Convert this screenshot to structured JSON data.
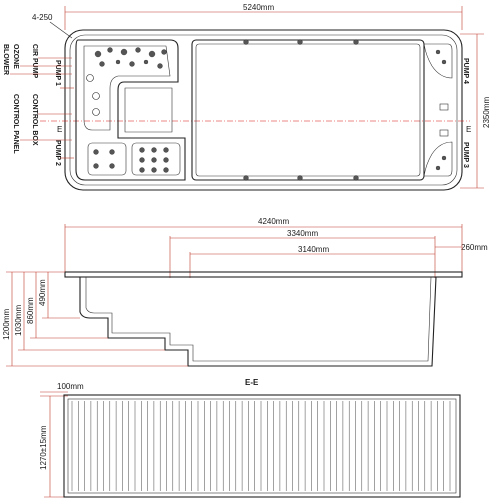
{
  "plan_view": {
    "overall_length": "5240mm",
    "overall_width": "2350mm",
    "corner_radius": "4-250",
    "section_marker": "E"
  },
  "equipment_labels": {
    "cir_pump": "CIR PUMP",
    "ozone": "OZONE",
    "blower": "BLOWER",
    "pump_1": "PUMP 1",
    "control_box": "CONTROL BOX",
    "control_panel": "CONTROL PANEL",
    "pump_2": "PUMP 2",
    "pump_3": "PUMP 3",
    "pump_4": "PUMP 4"
  },
  "section_elevation": {
    "length_4240": "4240mm",
    "length_3340": "3340mm",
    "length_3140": "3140mm",
    "lip_260": "260mm",
    "height_1200": "1200mm",
    "height_1030": "1030mm",
    "height_860": "860mm",
    "height_490": "490mm"
  },
  "cover_view": {
    "title": "E-E",
    "edge_100": "100mm",
    "height_1270": "1270±15mm"
  },
  "colors": {
    "dimension_line": "#c0392b",
    "centerline": "#dd1111",
    "outline": "#222222"
  }
}
